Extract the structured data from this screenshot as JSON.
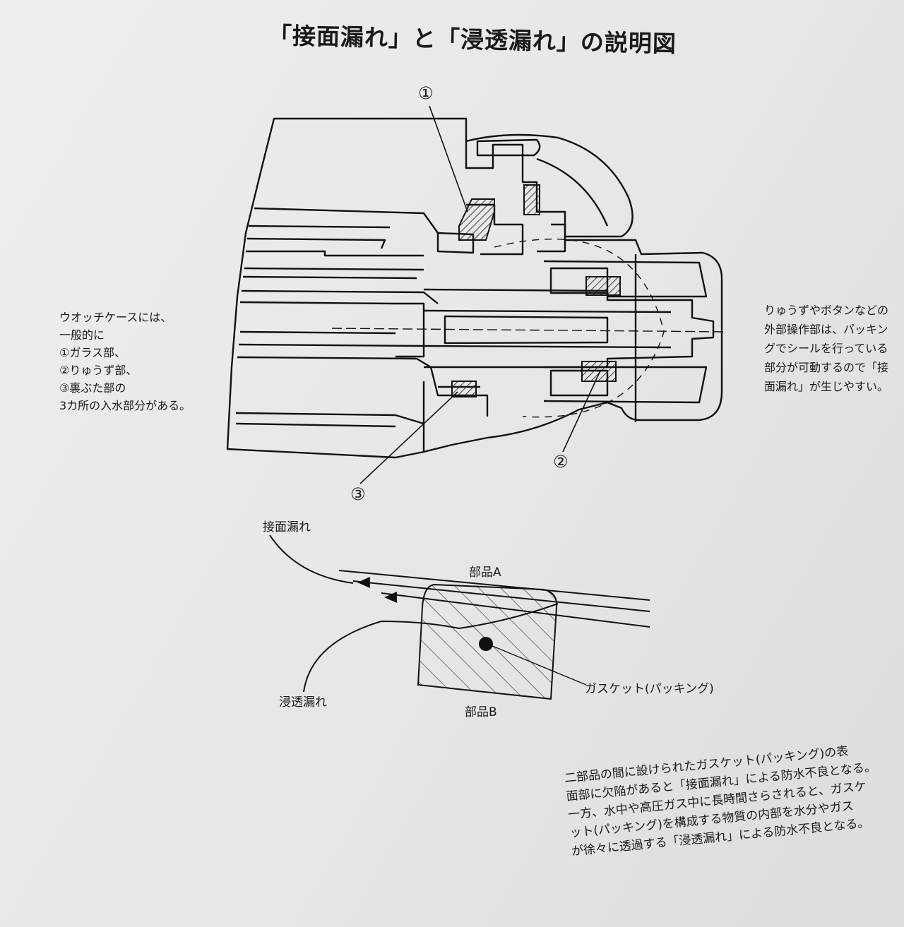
{
  "title": "「接面漏れ」と「浸透漏れ」の説明図",
  "left_note": [
    "ウオッチケースには、",
    "一般的に",
    "①ガラス部、",
    "②りゅうず部、",
    "③裏ぶた部の",
    "3カ所の入水部分がある。"
  ],
  "right_note": [
    "りゅうずやボタンなどの",
    "外部操作部は、パッキン",
    "グでシールを行っている",
    "部分が可動するので「接",
    "面漏れ」が生じやすい。"
  ],
  "callouts": {
    "glass": "①",
    "crown": "②",
    "back": "③"
  },
  "gasket_diagram": {
    "part_a": "部品A",
    "part_b": "部品B",
    "surface_leak": "接面漏れ",
    "permeation_leak": "浸透漏れ",
    "gasket": "ガスケット(パッキング)"
  },
  "bottom_note": [
    "二部品の間に設けられたガスケット(パッキング)の表",
    "面部に欠陥があると「接面漏れ」による防水不良となる。",
    "一方、水中や高圧ガス中に長時間さらされると、ガスケ",
    "ット(パッキング)を構成する物質の内部を水分やガス",
    "が徐々に透過する「浸透漏れ」による防水不良となる。"
  ]
}
